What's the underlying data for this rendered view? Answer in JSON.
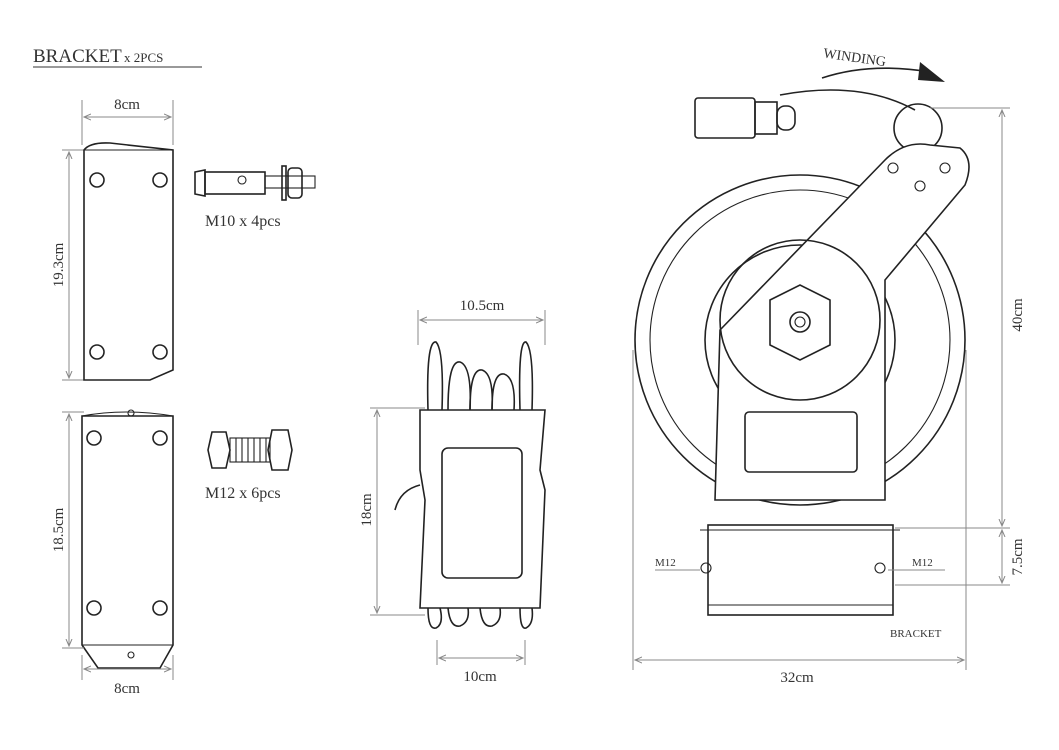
{
  "title": {
    "main": "BRACKET",
    "qty": "x 2PCS"
  },
  "bracket_top": {
    "width": "8cm",
    "height": "19.3cm"
  },
  "bracket_bottom": {
    "width": "8cm",
    "height": "18.5cm"
  },
  "bolts": {
    "m10": "M10 x 4pcs",
    "m12": "M12 x 6pcs"
  },
  "side_view": {
    "top_width": "10.5cm",
    "height": "18cm",
    "bottom_width": "10cm"
  },
  "front_view": {
    "winding": "WINDING",
    "height": "40cm",
    "bracket_height": "7.5cm",
    "width": "32cm",
    "m12_left": "M12",
    "m12_right": "M12",
    "bracket_label": "BRACKET"
  }
}
